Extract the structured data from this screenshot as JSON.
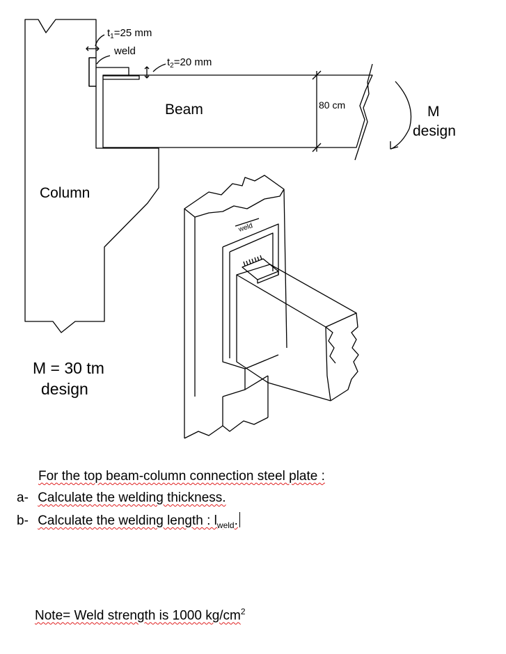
{
  "diagram": {
    "t1": {
      "label": "t",
      "sub": "1",
      "rest": "=25 mm"
    },
    "weld_label": "weld",
    "t2": {
      "label": "t",
      "sub": "2",
      "rest": "=20 mm"
    },
    "beam_label": "Beam",
    "depth_label": "80 cm",
    "moment_symbol": "M",
    "moment_word": "design",
    "column_label": "Column",
    "iso_weld_label": "weld",
    "design_moment_line1": "M = 30 tm",
    "design_moment_line2": "design"
  },
  "question": {
    "intro": "For the top beam-column connection steel plate :",
    "a_marker": "a-",
    "a_text": "Calculate the welding thickness.",
    "b_marker": "b-",
    "b_text": "Calculate the welding length : l",
    "b_sub": "weld",
    "b_end": ".",
    "note_text": "Note= Weld strength is 1000 kg/cm",
    "note_sup": "2"
  },
  "colors": {
    "ink": "#000000",
    "spellcheck_underline": "#e02020"
  }
}
